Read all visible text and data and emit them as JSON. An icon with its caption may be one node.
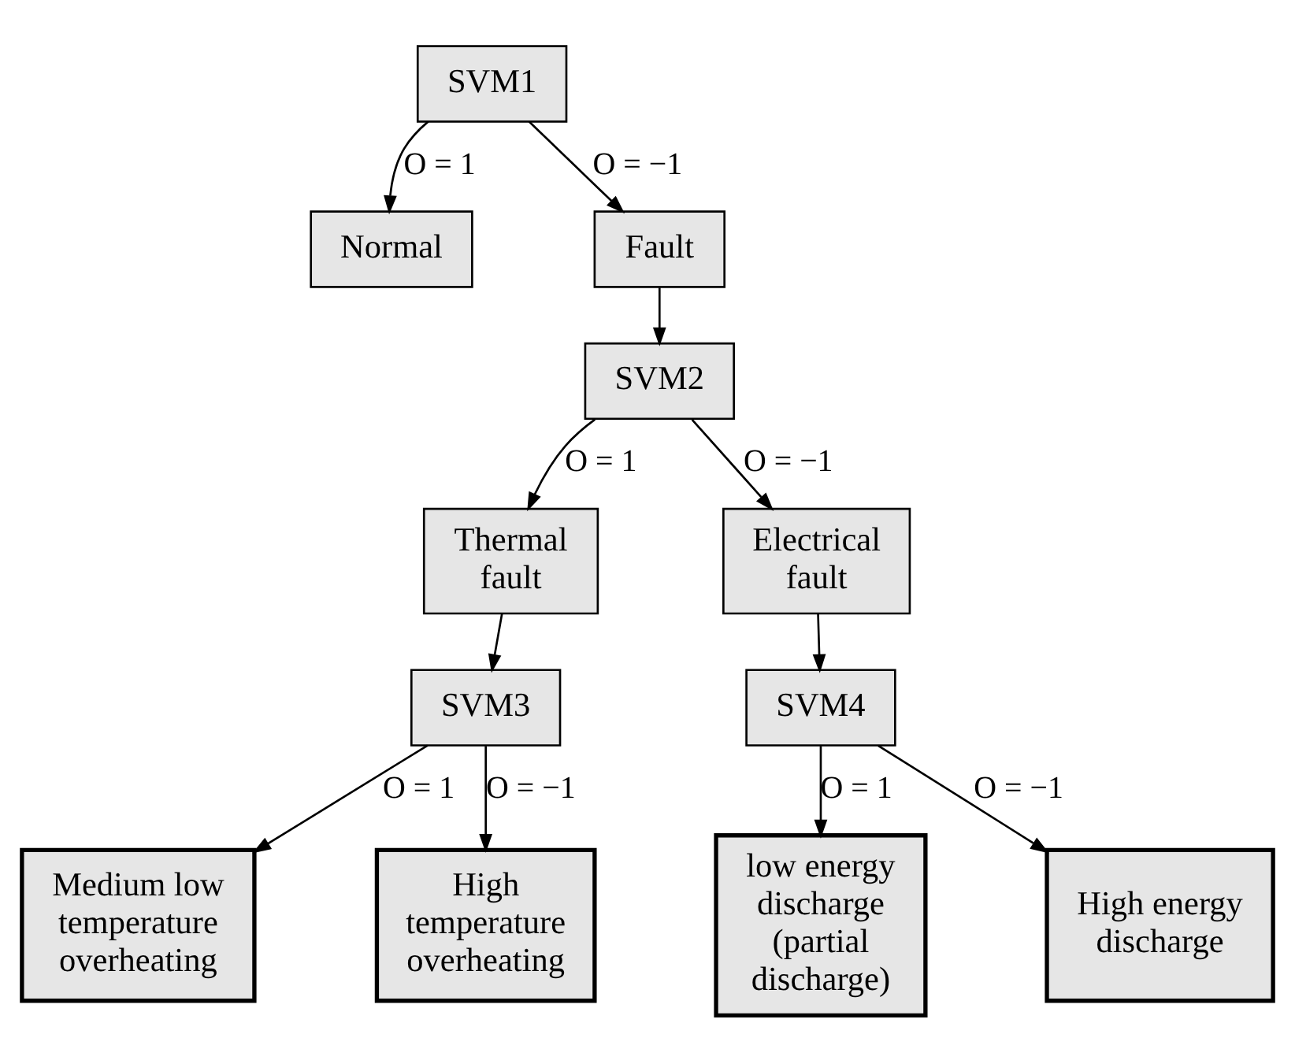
{
  "diagram": {
    "nodes": [
      {
        "text": [
          "SVM1"
        ]
      },
      {
        "text": [
          "Normal"
        ]
      },
      {
        "text": [
          "Fault"
        ]
      },
      {
        "text": [
          "SVM2"
        ]
      },
      {
        "text": [
          "Thermal fault"
        ]
      },
      {
        "text": [
          "Electrical fault"
        ]
      },
      {
        "text": [
          "SVM3"
        ]
      },
      {
        "text": [
          "SVM4"
        ]
      },
      {
        "text": [
          "Medium low temperature overheating"
        ]
      },
      {
        "text": [
          "High temperature overheating"
        ]
      },
      {
        "text": [
          "low energy discharge (partial discharge)"
        ]
      },
      {
        "text": [
          "High energy discharge"
        ]
      }
    ],
    "edges": [
      {
        "from": 0,
        "to": 1,
        "arrow": "to",
        "label": "O = 1"
      },
      {
        "from": 0,
        "to": 2,
        "arrow": "to",
        "label": "O = −1"
      },
      {
        "from": 2,
        "to": 3,
        "arrow": "to"
      },
      {
        "from": 3,
        "to": 4,
        "arrow": "to",
        "label": "O = 1"
      },
      {
        "from": 3,
        "to": 5,
        "arrow": "to",
        "label": "O = −1"
      },
      {
        "from": 4,
        "to": 6,
        "arrow": "to"
      },
      {
        "from": 5,
        "to": 7,
        "arrow": "to"
      },
      {
        "from": 6,
        "to": 8,
        "arrow": "to",
        "label": "O = 1"
      },
      {
        "from": 6,
        "to": 9,
        "arrow": "to",
        "label": "O = −1"
      },
      {
        "from": 7,
        "to": 10,
        "arrow": "to",
        "label": "O = 1"
      },
      {
        "from": 7,
        "to": 11,
        "arrow": "to",
        "label": "O = −1"
      }
    ]
  }
}
